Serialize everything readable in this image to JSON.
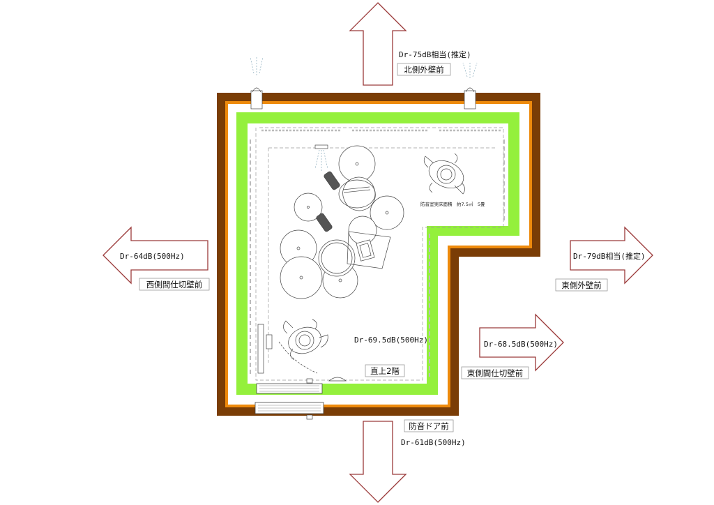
{
  "labels": {
    "north_db": "Dr-75dB相当(推定)",
    "north_wall": "北側外壁前",
    "west_db": "Dr-64dB(500Hz)",
    "west_wall": "西側間仕切壁前",
    "east_db": "Dr-79dB相当(推定)",
    "east_wall": "東側外壁前",
    "east_partition_db": "Dr-68.5dB(500Hz)",
    "east_partition_wall": "東側間仕切壁前",
    "above_db": "Dr-69.5dB(500Hz)",
    "above_floor": "直上2階",
    "door": "防音ドア前",
    "door_db": "Dr-61dB(500Hz)",
    "room_area": "防音室実床面積　約7.5㎡　5畳"
  },
  "colors": {
    "outer_wall": "#7a3d06",
    "orange_layer": "#ee8a0c",
    "white_gap": "#ffffff",
    "green_layer": "#94f03c",
    "arrow_stroke": "#9b3a3a"
  },
  "icons": [
    "up-arrow-icon",
    "left-arrow-icon",
    "right-arrow-icon",
    "down-arrow-icon",
    "drum-kit-icon",
    "person-icon",
    "ceiling-light-icon",
    "door-icon"
  ]
}
